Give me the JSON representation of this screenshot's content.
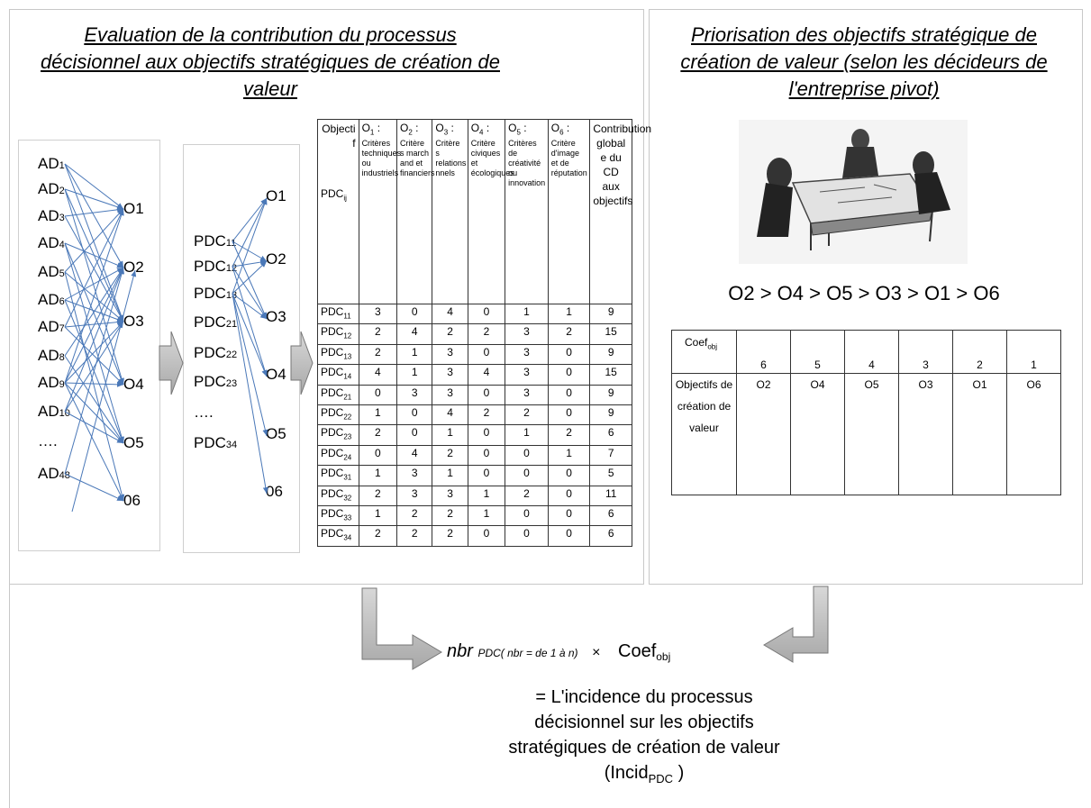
{
  "left_panel": {
    "title": "Evaluation de la contribution du processus décisionnel aux objectifs stratégiques de création de valeur",
    "ad_nodes": [
      "AD1",
      "AD2",
      "AD3",
      "AD4",
      "AD5",
      "AD6",
      "AD7",
      "AD8",
      "AD9",
      "AD10",
      "….",
      "AD48"
    ],
    "o_nodes_1": [
      "O1",
      "O2",
      "O3",
      "O4",
      "O5",
      "06"
    ],
    "pdc_nodes": [
      "PDC11",
      "PDC12",
      "PDC13",
      "PDC21",
      "PDC22",
      "PDC23",
      "….",
      "PDC34"
    ],
    "o_nodes_2": [
      "O1",
      "O2",
      "O3",
      "O4",
      "O5",
      "06"
    ],
    "table": {
      "corner": "Objectif",
      "corner_row": "PDCij",
      "headers": [
        {
          "code": "O1 :",
          "text": "Critères techniques ou industriels"
        },
        {
          "code": "O2 :",
          "text": "Critère s march and et financiers"
        },
        {
          "code": "O3 :",
          "text": "Critère s relations nnels"
        },
        {
          "code": "O4 :",
          "text": "Critère civiques et écologiques"
        },
        {
          "code": "O5 :",
          "text": "Critères de créativité ou innovation"
        },
        {
          "code": "O6 :",
          "text": "Critère d'image et de réputation"
        }
      ],
      "last_header": "Contribution global e du CD aux objectifs",
      "rows": [
        {
          "label": "PDC11",
          "values": [
            "3",
            "0",
            "4",
            "0",
            "1",
            "1",
            "9"
          ]
        },
        {
          "label": "PDC12",
          "values": [
            "2",
            "4",
            "2",
            "2",
            "3",
            "2",
            "15"
          ]
        },
        {
          "label": "PDC13",
          "values": [
            "2",
            "1",
            "3",
            "0",
            "3",
            "0",
            "9"
          ]
        },
        {
          "label": "PDC14",
          "values": [
            "4",
            "1",
            "3",
            "4",
            "3",
            "0",
            "15"
          ]
        },
        {
          "label": "PDC21",
          "values": [
            "0",
            "3",
            "3",
            "0",
            "3",
            "0",
            "9"
          ]
        },
        {
          "label": "PDC22",
          "values": [
            "1",
            "0",
            "4",
            "2",
            "2",
            "0",
            "9"
          ]
        },
        {
          "label": "PDC23",
          "values": [
            "2",
            "0",
            "1",
            "0",
            "1",
            "2",
            "6"
          ]
        },
        {
          "label": "PDC24",
          "values": [
            "0",
            "4",
            "2",
            "0",
            "0",
            "1",
            "7"
          ]
        },
        {
          "label": "PDC31",
          "values": [
            "1",
            "3",
            "1",
            "0",
            "0",
            "0",
            "5"
          ]
        },
        {
          "label": "PDC32",
          "values": [
            "2",
            "3",
            "3",
            "1",
            "2",
            "0",
            "11"
          ]
        },
        {
          "label": "PDC33",
          "values": [
            "1",
            "2",
            "2",
            "1",
            "0",
            "0",
            "6"
          ]
        },
        {
          "label": "PDC34",
          "values": [
            "2",
            "2",
            "2",
            "0",
            "0",
            "0",
            "6"
          ]
        }
      ]
    }
  },
  "right_panel": {
    "title": "Priorisation des objectifs stratégique de création de valeur (selon les décideurs de l'entreprise pivot)",
    "order": "O2 > O4 > O5 > O3 > O1 > O6",
    "coef_label": "Coef",
    "coef_sub": "obj",
    "coef_values": [
      "6",
      "5",
      "4",
      "3",
      "2",
      "1"
    ],
    "objectives_label": "Objectifs de création de valeur",
    "objectives": [
      "O2",
      "O4",
      "O5",
      "O3",
      "O1",
      "O6"
    ]
  },
  "bottom": {
    "formula_nbr": "nbr",
    "formula_sub": "PDC( nbr = de 1 à n)",
    "formula_times": "×",
    "formula_coef": "Coef",
    "formula_coef_sub": "obj",
    "result_lines": [
      "= L'incidence du processus",
      "décisionnel sur les objectifs",
      "stratégiques de création de valeur"
    ],
    "result_incid": "(Incid",
    "result_incid_sub": "PDC",
    "result_close": " )"
  }
}
